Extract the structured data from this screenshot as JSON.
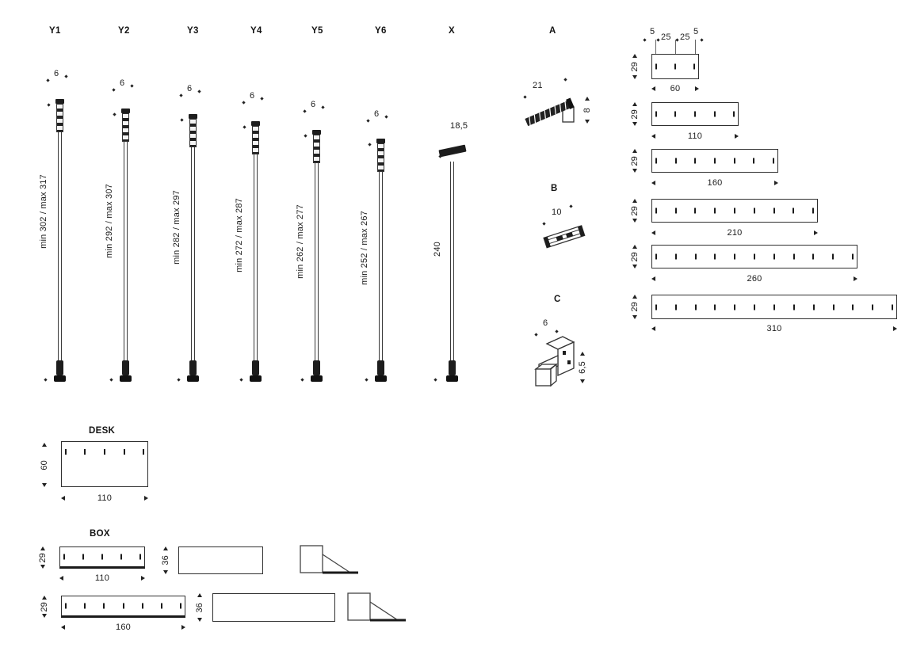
{
  "poles": [
    {
      "label": "Y1",
      "top_dim": "6",
      "length_label": "min 302 / max 317"
    },
    {
      "label": "Y2",
      "top_dim": "6",
      "length_label": "min 292 / max 307"
    },
    {
      "label": "Y3",
      "top_dim": "6",
      "length_label": "min 282 / max 297"
    },
    {
      "label": "Y4",
      "top_dim": "6",
      "length_label": "min 272 / max 287"
    },
    {
      "label": "Y5",
      "top_dim": "6",
      "length_label": "min 262 / max 277"
    },
    {
      "label": "Y6",
      "top_dim": "6",
      "length_label": "min 252 / max 267"
    },
    {
      "label": "X",
      "top_dim": "18,5",
      "length_label": "240"
    }
  ],
  "components": [
    {
      "label": "A",
      "width_dim": "21",
      "height_dim": "8"
    },
    {
      "label": "B",
      "width_dim": "10"
    },
    {
      "label": "C",
      "width_dim": "6",
      "height_dim": "6,5"
    }
  ],
  "shelves": {
    "height_dim": "29",
    "items": [
      {
        "width_dim": "60",
        "slots": 3,
        "top_dims": [
          "5",
          "25",
          "25",
          "5"
        ]
      },
      {
        "width_dim": "110",
        "slots": 5
      },
      {
        "width_dim": "160",
        "slots": 7
      },
      {
        "width_dim": "210",
        "slots": 9
      },
      {
        "width_dim": "260",
        "slots": 11
      },
      {
        "width_dim": "310",
        "slots": 13
      }
    ]
  },
  "desk": {
    "title": "DESK",
    "width_dim": "110",
    "height_dim": "60",
    "slots": 5
  },
  "box": {
    "title": "BOX",
    "rows": [
      {
        "front_width_dim": "110",
        "front_height_dim": "29",
        "slots": 5,
        "side_height_dim": "36"
      },
      {
        "front_width_dim": "160",
        "front_height_dim": "29",
        "slots": 7,
        "side_height_dim": "36"
      }
    ]
  },
  "colors": {
    "line": "#2f2f2f",
    "text": "#1c1c1c",
    "dark_fill": "#1d1d1d",
    "background": "#ffffff"
  }
}
